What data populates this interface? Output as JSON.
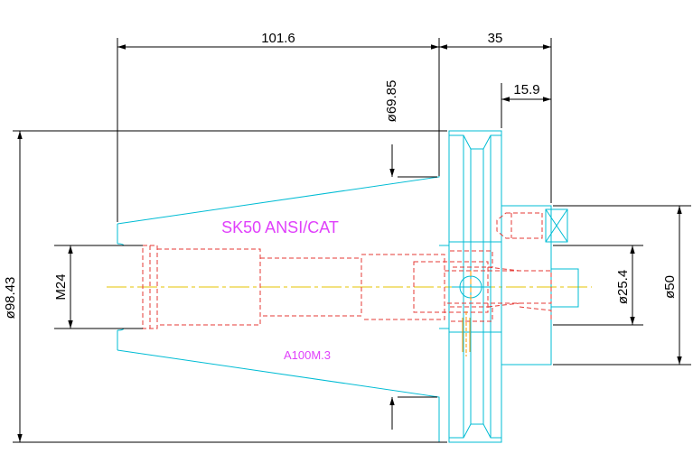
{
  "drawing": {
    "part_label": "SK50 ANSI/CAT",
    "model_label": "A100M.3",
    "colors": {
      "outline": "#00bcd4",
      "hidden": "#e53935",
      "center": "#e6c300",
      "dimension": "#000000",
      "label": "#e040fb",
      "pin": "#ff9800"
    },
    "dimensions": {
      "taper_length": "101.6",
      "flange_to_end": "35",
      "shank_length": "15.9",
      "taper_dia": "ø69.85",
      "flange_dia": "ø98.43",
      "thread": "M24",
      "bore_dia": "ø25.4",
      "shank_dia": "ø50"
    }
  }
}
